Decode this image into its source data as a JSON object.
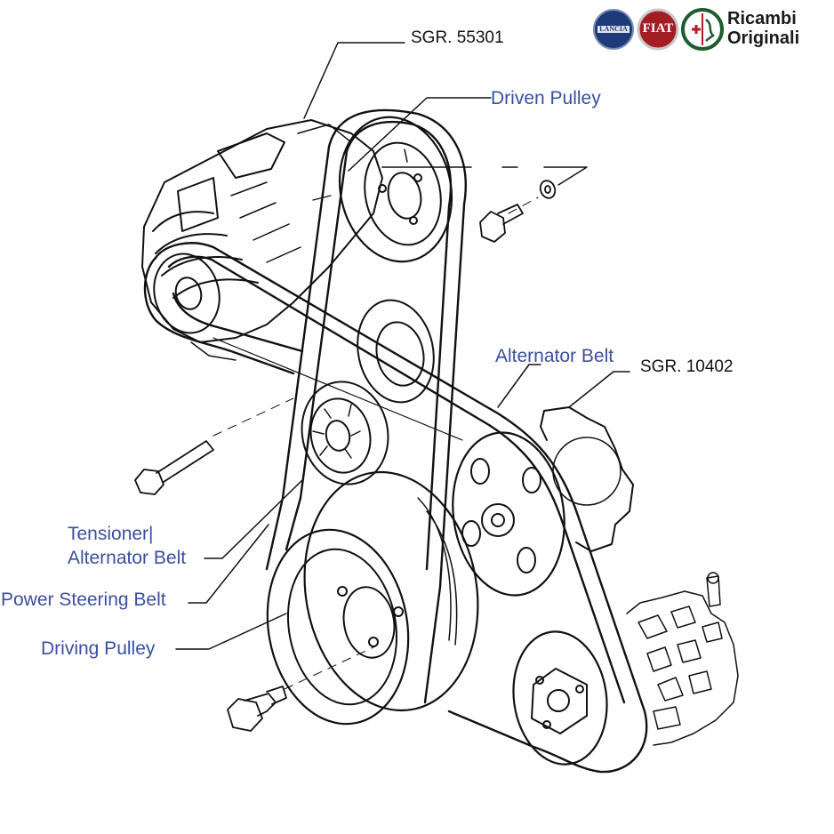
{
  "brand": {
    "line1": "Ricambi",
    "line2": "Originali",
    "logos": [
      {
        "name": "lancia-logo",
        "text": "LANCIA",
        "color": "#1f3a78"
      },
      {
        "name": "fiat-logo",
        "text": "FIAT",
        "color": "#a31d24"
      },
      {
        "name": "alfa-romeo-logo",
        "text": "",
        "color": "#1e5b2e"
      }
    ]
  },
  "part_codes": {
    "alternator": "SGR. 55301",
    "steering_pump": "SGR. 10402"
  },
  "labels": {
    "driven_pulley": "Driven Pulley",
    "alternator_belt": "Alternator Belt",
    "tensioner_line1": "Tensioner|",
    "tensioner_line2": "Alternator Belt",
    "power_steering_belt": "Power Steering Belt",
    "driving_pulley": "Driving Pulley"
  },
  "colors": {
    "label_blue": "#3a4fa0",
    "line": "#111111"
  }
}
